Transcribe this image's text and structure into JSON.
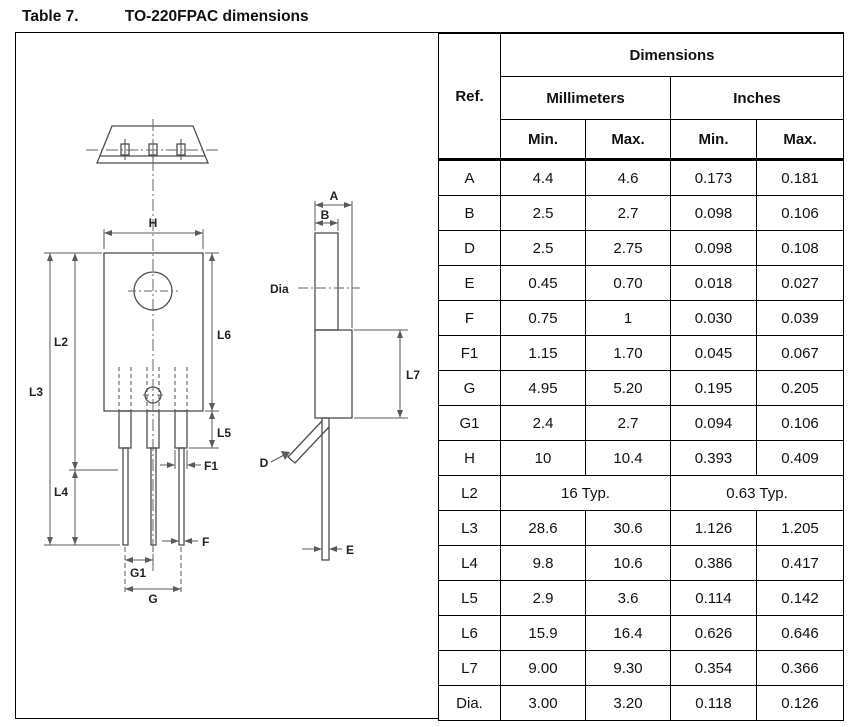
{
  "title": {
    "table_label": "Table 7.",
    "table_title": "TO-220FPAC dimensions"
  },
  "table": {
    "headers": {
      "ref": "Ref.",
      "dimensions": "Dimensions",
      "millimeters": "Millimeters",
      "inches": "Inches",
      "min": "Min.",
      "max": "Max."
    },
    "rows": [
      {
        "ref": "A",
        "mm_min": "4.4",
        "mm_max": "4.6",
        "in_min": "0.173",
        "in_max": "0.181"
      },
      {
        "ref": "B",
        "mm_min": "2.5",
        "mm_max": "2.7",
        "in_min": "0.098",
        "in_max": "0.106"
      },
      {
        "ref": "D",
        "mm_min": "2.5",
        "mm_max": "2.75",
        "in_min": "0.098",
        "in_max": "0.108"
      },
      {
        "ref": "E",
        "mm_min": "0.45",
        "mm_max": "0.70",
        "in_min": "0.018",
        "in_max": "0.027"
      },
      {
        "ref": "F",
        "mm_min": "0.75",
        "mm_max": "1",
        "in_min": "0.030",
        "in_max": "0.039"
      },
      {
        "ref": "F1",
        "mm_min": "1.15",
        "mm_max": "1.70",
        "in_min": "0.045",
        "in_max": "0.067"
      },
      {
        "ref": "G",
        "mm_min": "4.95",
        "mm_max": "5.20",
        "in_min": "0.195",
        "in_max": "0.205"
      },
      {
        "ref": "G1",
        "mm_min": "2.4",
        "mm_max": "2.7",
        "in_min": "0.094",
        "in_max": "0.106"
      },
      {
        "ref": "H",
        "mm_min": "10",
        "mm_max": "10.4",
        "in_min": "0.393",
        "in_max": "0.409"
      },
      {
        "ref": "L2",
        "mm_span": "16 Typ.",
        "in_span": "0.63 Typ."
      },
      {
        "ref": "L3",
        "mm_min": "28.6",
        "mm_max": "30.6",
        "in_min": "1.126",
        "in_max": "1.205"
      },
      {
        "ref": "L4",
        "mm_min": "9.8",
        "mm_max": "10.6",
        "in_min": "0.386",
        "in_max": "0.417"
      },
      {
        "ref": "L5",
        "mm_min": "2.9",
        "mm_max": "3.6",
        "in_min": "0.114",
        "in_max": "0.142"
      },
      {
        "ref": "L6",
        "mm_min": "15.9",
        "mm_max": "16.4",
        "in_min": "0.626",
        "in_max": "0.646"
      },
      {
        "ref": "L7",
        "mm_min": "9.00",
        "mm_max": "9.30",
        "in_min": "0.354",
        "in_max": "0.366"
      },
      {
        "ref": "Dia.",
        "mm_min": "3.00",
        "mm_max": "3.20",
        "in_min": "0.118",
        "in_max": "0.126"
      }
    ]
  },
  "drawing": {
    "labels": {
      "h": "H",
      "l2": "L2",
      "l3": "L3",
      "l4": "L4",
      "l5": "L5",
      "l6": "L6",
      "f1": "F1",
      "f": "F",
      "g1": "G1",
      "g": "G",
      "a": "A",
      "b": "B",
      "dia": "Dia",
      "l7": "L7",
      "d": "D",
      "e": "E"
    }
  },
  "colors": {
    "border": "#000000",
    "background": "#ffffff"
  }
}
